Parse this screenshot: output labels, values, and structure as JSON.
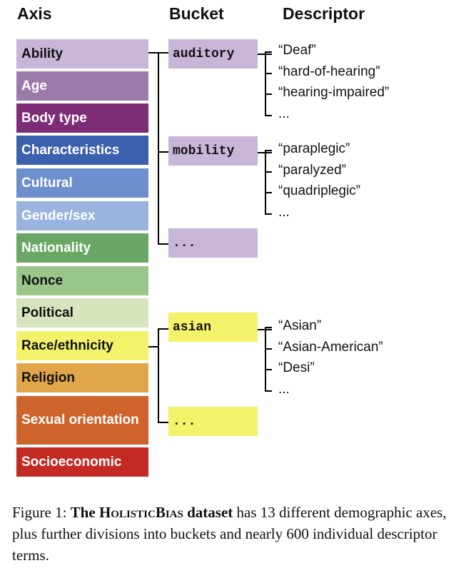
{
  "headers": {
    "axis": "Axis",
    "bucket": "Bucket",
    "descriptor": "Descriptor"
  },
  "axes": [
    {
      "label": "Ability",
      "color": "#c7b6d8",
      "text_color": "#111111"
    },
    {
      "label": "Age",
      "color": "#9c7bab",
      "text_color": "#ffffff"
    },
    {
      "label": "Body type",
      "color": "#7d2d76",
      "text_color": "#ffffff"
    },
    {
      "label": "Characteristics",
      "color": "#3b60ae",
      "text_color": "#ffffff"
    },
    {
      "label": "Cultural",
      "color": "#6d8fcd",
      "text_color": "#ffffff"
    },
    {
      "label": "Gender/sex",
      "color": "#9ab4df",
      "text_color": "#ffffff"
    },
    {
      "label": "Nationality",
      "color": "#6aa764",
      "text_color": "#ffffff"
    },
    {
      "label": "Nonce",
      "color": "#9bc68a",
      "text_color": "#111111"
    },
    {
      "label": "Political",
      "color": "#d6e5bd",
      "text_color": "#111111"
    },
    {
      "label": "Race/ethnicity",
      "color": "#f3f26a",
      "text_color": "#111111"
    },
    {
      "label": "Religion",
      "color": "#e2a64a",
      "text_color": "#111111"
    },
    {
      "label": "Sexual orientation",
      "color": "#cf632c",
      "text_color": "#ffffff"
    },
    {
      "label": "Socioeconomic",
      "color": "#c32a23",
      "text_color": "#ffffff"
    }
  ],
  "buckets": [
    {
      "label": "auditory",
      "color": "#c7b6d8"
    },
    {
      "label": "mobility",
      "color": "#c7b6d8"
    },
    {
      "label": "...",
      "color": "#c7b6d8"
    },
    {
      "label": "asian",
      "color": "#f3f26a"
    },
    {
      "label": "...",
      "color": "#f3f26a"
    }
  ],
  "descriptor_groups": [
    [
      "“Deaf”",
      "“hard-of-hearing”",
      "“hearing-impaired”",
      "..."
    ],
    [
      "“paraplegic”",
      "“paralyzed”",
      "“quadriplegic”",
      "..."
    ],
    [
      "“Asian”",
      "“Asian-American”",
      "“Desi”",
      "..."
    ]
  ],
  "caption": {
    "prefix": "Figure 1: ",
    "bold_the": "The ",
    "name_h": "H",
    "name_olistic": "olistic",
    "name_b": "B",
    "name_ias": "ias",
    "bold_dataset": " dataset",
    "rest": " has 13 different demographic axes, plus further divisions into buckets and nearly 600 individual descriptor terms."
  }
}
